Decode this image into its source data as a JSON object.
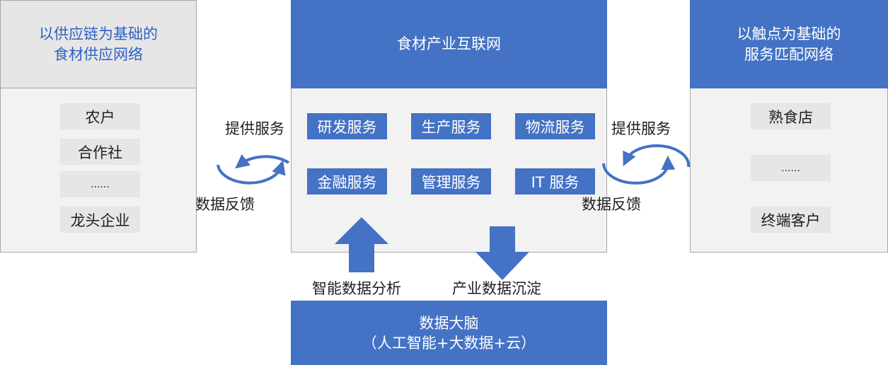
{
  "left": {
    "title": "以供应链为基础的\n食材供应网络",
    "items": [
      "农户",
      "合作社",
      "......",
      "龙头企业"
    ]
  },
  "center": {
    "title": "食材产业互联网",
    "services": [
      "研发服务",
      "生产服务",
      "物流服务",
      "金融服务",
      "管理服务",
      "IT 服务"
    ]
  },
  "right": {
    "title": "以触点为基础的\n服务匹配网络",
    "items": [
      "熟食店",
      "......",
      "终端客户"
    ]
  },
  "brain": {
    "title": "数据大脑",
    "subtitle": "（人工智能+大数据+云）"
  },
  "labels": {
    "provide_left": "提供服务",
    "feedback_left": "数据反馈",
    "provide_right": "提供服务",
    "feedback_right": "数据反馈",
    "analysis": "智能数据分析",
    "deposit": "产业数据沉淀"
  },
  "colors": {
    "primary_blue": "#4472c4",
    "panel_gray": "#f2f2f2",
    "chip_gray": "#e7e6e6",
    "left_title_text": "#2e62c5"
  }
}
